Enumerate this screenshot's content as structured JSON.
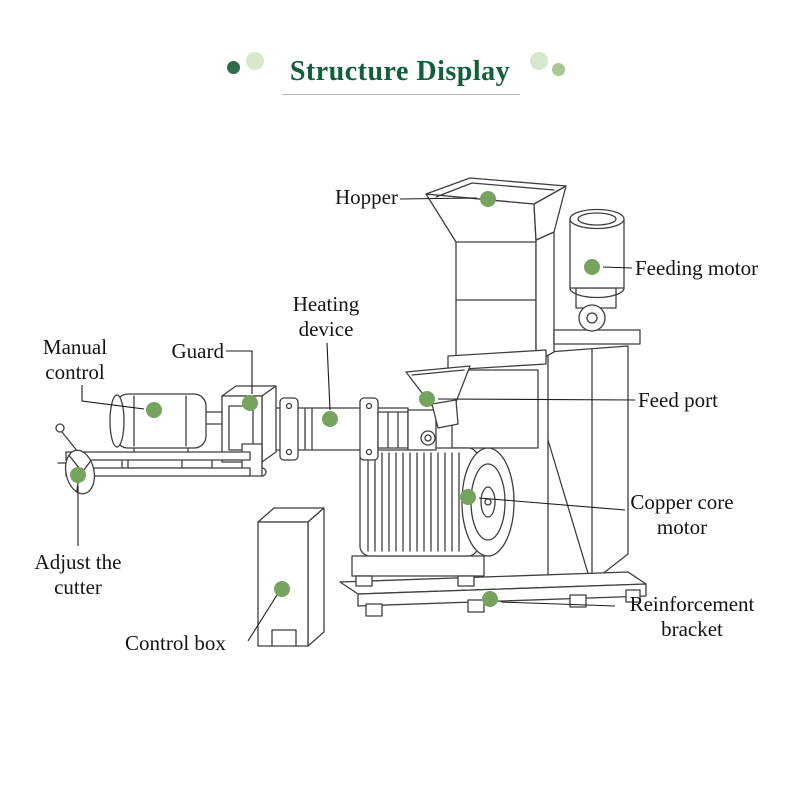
{
  "title": {
    "text": "Structure Display"
  },
  "colors": {
    "accent_green": "#76a35e",
    "title_green": "#10603a",
    "line_dark": "#3f3f3f"
  },
  "labels": {
    "hopper": "Hopper",
    "feeding_motor": "Feeding motor",
    "heating_device": "Heating device",
    "guard": "Guard",
    "manual_control": "Manual control",
    "feed_port": "Feed port",
    "copper_core_motor": "Copper core motor",
    "adjust_cutter": "Adjust the cutter",
    "control_box": "Control box",
    "reinforcement_bracket": "Reinforcement bracket"
  }
}
